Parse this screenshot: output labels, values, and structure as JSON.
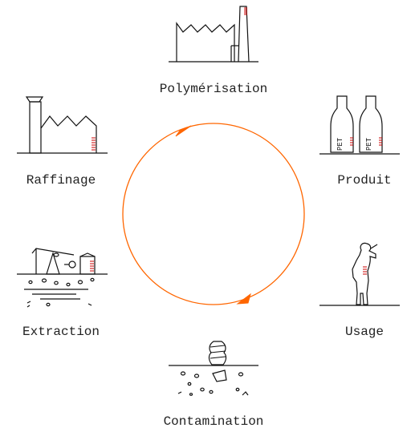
{
  "diagram": {
    "cycle_color": "#ff6600",
    "ink_color": "#111111",
    "accent_color": "#cc0000",
    "stages": [
      {
        "id": "polymerisation",
        "label": "Polymérisation",
        "icon": "factory-icon"
      },
      {
        "id": "produit",
        "label": "Produit",
        "icon": "pet-bottles-icon"
      },
      {
        "id": "usage",
        "label": "Usage",
        "icon": "person-drinking-icon"
      },
      {
        "id": "contamination",
        "label": "Contamination",
        "icon": "buried-bottle-icon"
      },
      {
        "id": "extraction",
        "label": "Extraction",
        "icon": "oil-pump-icon"
      },
      {
        "id": "raffinage",
        "label": "Raffinage",
        "icon": "refinery-icon"
      }
    ],
    "bottle_text": "PET"
  }
}
